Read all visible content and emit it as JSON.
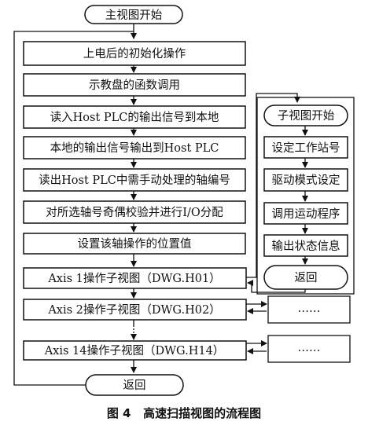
{
  "flowchart": {
    "main_start": "主视图开始",
    "main_steps": [
      "上电后的初始化操作",
      "示教盘的函数调用",
      "读入Host PLC的输出信号到本地",
      "本地的输出信号输出到Host PLC",
      "读出Host PLC中需手动处理的轴编号",
      "对所选轴号奇偶校验并进行I/O分配",
      "设置该轴操作的位置值"
    ],
    "axis_views": [
      "Axis 1操作子视图（DWG.H01）",
      "Axis 2操作子视图（DWG.H02）",
      "Axis 14操作子视图（DWG.H14）"
    ],
    "main_end": "返回",
    "sub_start": "子视图开始",
    "sub_steps": [
      "设定工作站号",
      "驱动模式设定",
      "调用运动程序",
      "输出状态信息"
    ],
    "sub_end": "返回",
    "placeholder_2": "……",
    "placeholder_14": "……"
  },
  "caption": "图 4   高速扫描视图的流程图"
}
